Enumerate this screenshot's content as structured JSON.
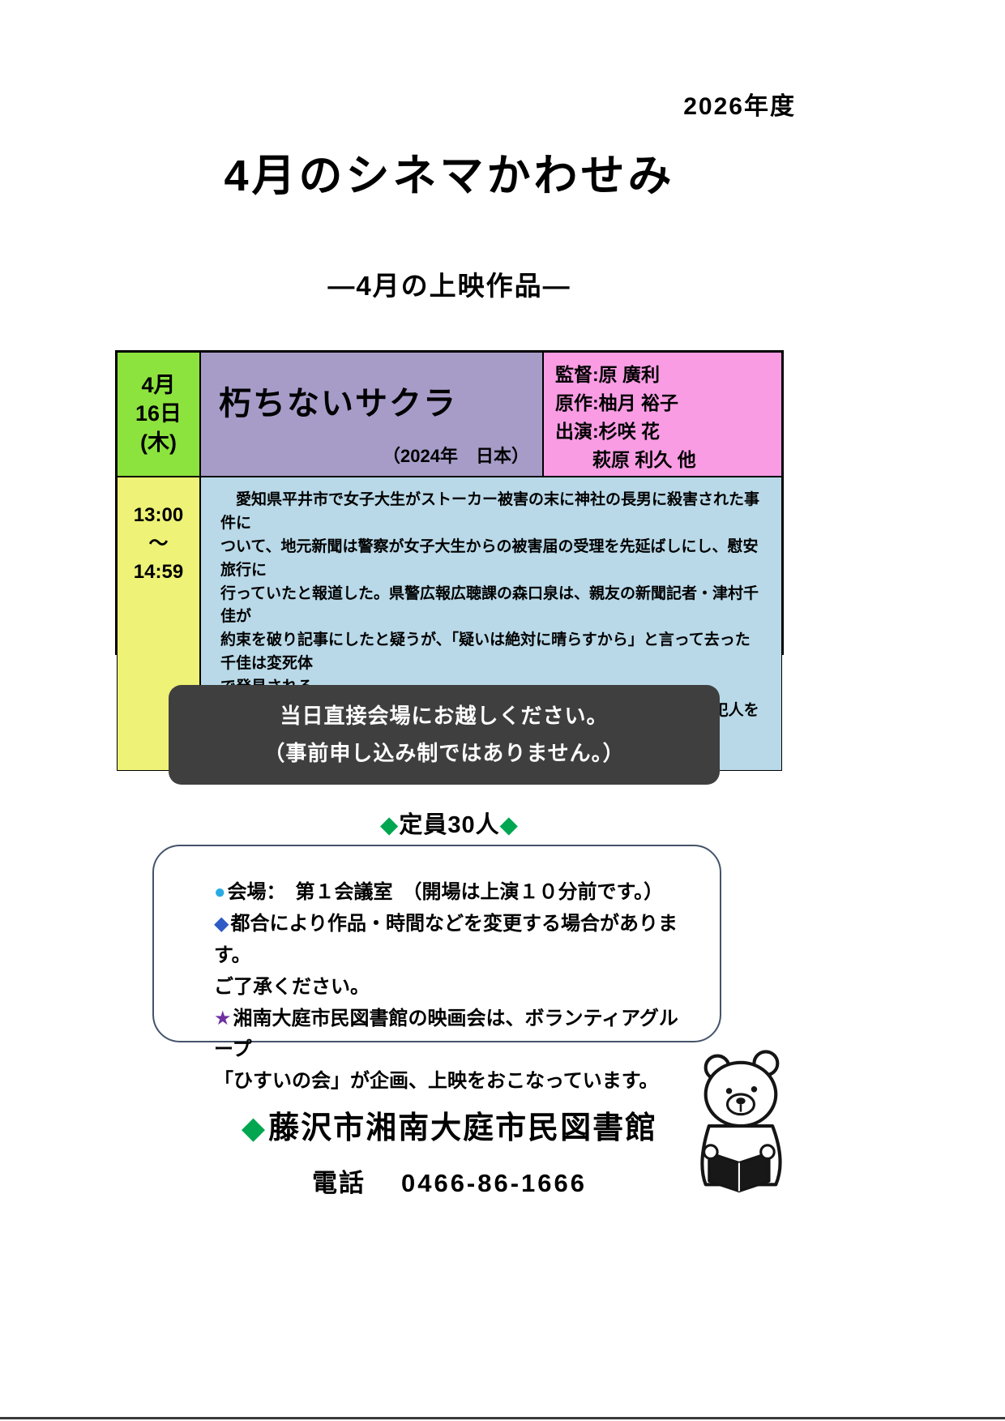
{
  "header": {
    "fiscal_year": "2026年度",
    "title": "4月のシネマかわせみ",
    "subtitle": "―4月の上映作品―"
  },
  "screening": {
    "date": "4月\n16日\n(木)",
    "film_title": "朽ちないサクラ",
    "film_year": "（2024年　日本）",
    "credits": "監督:原 廣利\n原作:柚月 裕子\n出演:杉咲 花\n　　萩原 利久 他",
    "time": "13:00\n～\n14:59",
    "synopsis": "　愛知県平井市で女子大生がストーカー被害の末に神社の長男に殺害された事件に\nついて、地元新聞は警察が女子大生からの被害届の受理を先延ばしにし、慰安旅行に\n行っていたと報道した。県警広報広聴課の森口泉は、親友の新聞記者・津村千佳が\n約束を破り記事にしたと疑うが、「疑いは絶対に晴らすから」と言って去った千佳は変死体\nで発見される。\n　後悔の念に突き動かされた泉は、捜査する立場にないにもかかわらず犯人を自らの\n手で捕らえることを誓うが・・・。"
  },
  "notice": {
    "line1": "当日直接会場にお越しください。",
    "line2": "（事前申し込み制ではありません。）"
  },
  "capacity": {
    "diamond": "◆",
    "text": "定員30人"
  },
  "info": {
    "items": [
      {
        "bullet": "●",
        "color": "#29abe2",
        "text": "会場：　第１会議室　（開場は上演１０分前です。）"
      },
      {
        "bullet": "◆",
        "color": "#2e5bc6",
        "text": "都合により作品・時間などを変更する場合があります。\nご了承ください。"
      },
      {
        "bullet": "★",
        "color": "#7030a0",
        "text": "湘南大庭市民図書館の映画会は、ボランティアグループ\n「ひすいの会」が企画、上映をおこなっています。"
      }
    ]
  },
  "footer": {
    "diamond": "◆",
    "library": "藤沢市湘南大庭市民図書館",
    "phone_label": "電話",
    "phone_number": "0466-86-1666"
  },
  "colors": {
    "date_bg": "#8de33e",
    "film_title_bg": "#a79cc8",
    "credits_bg": "#f99ce4",
    "time_bg": "#eef276",
    "synopsis_bg": "#b9d9e8",
    "notice_bg": "#3f3f3f",
    "info_border": "#44546a",
    "accent_green": "#00a650",
    "bullet_circle": "#29abe2",
    "bullet_diamond": "#2e5bc6",
    "bullet_star": "#7030a0"
  }
}
